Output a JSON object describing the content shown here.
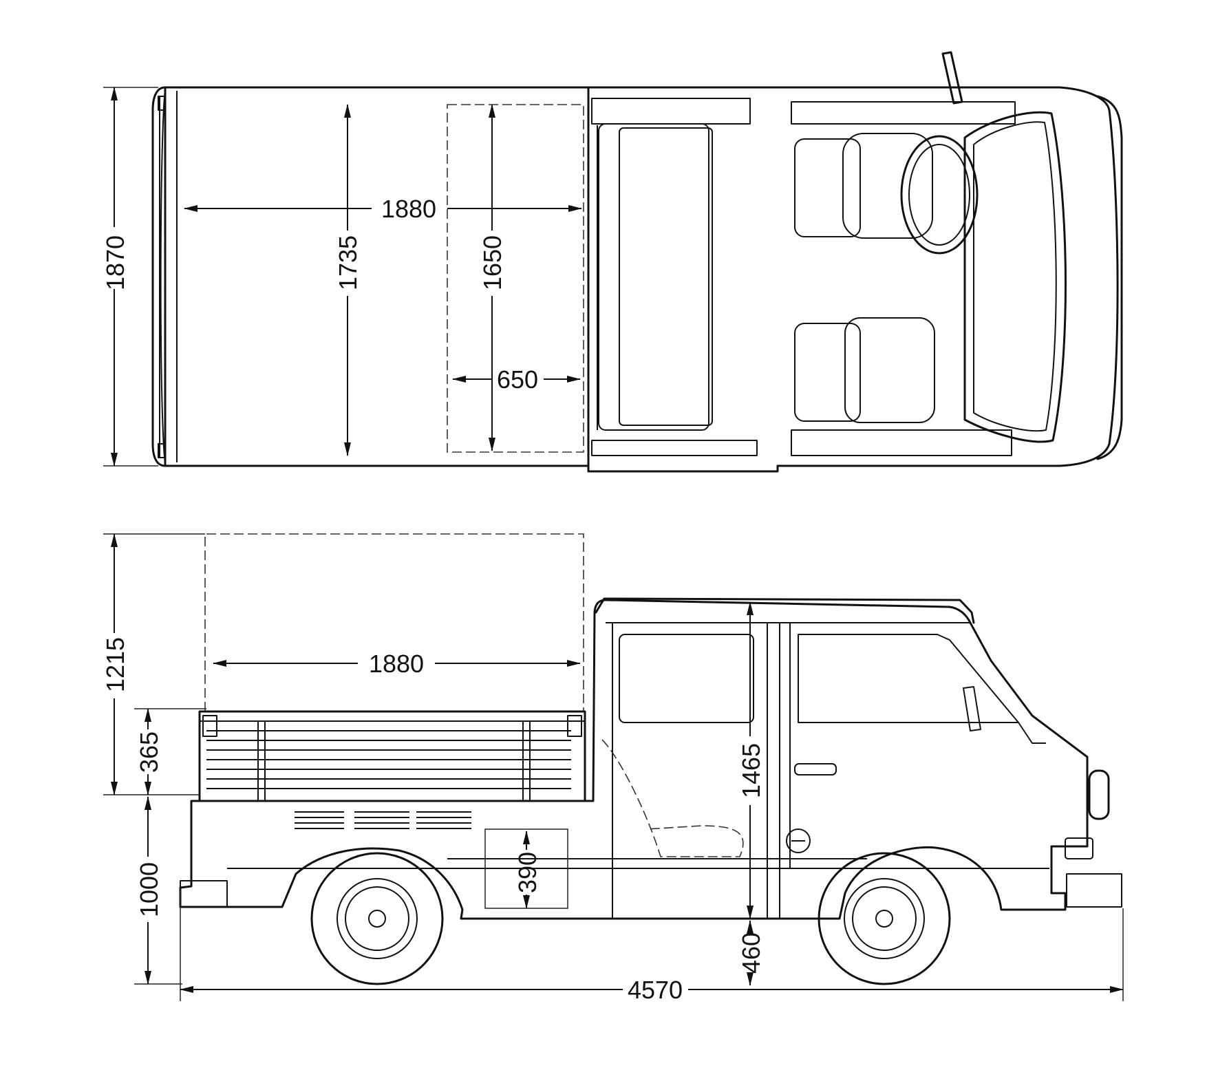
{
  "top_view": {
    "overall_width": "1870",
    "bed_inner_width": "1735",
    "bed_length": "1880",
    "bed_between_arches": "1650",
    "arch_length": "650"
  },
  "side_view": {
    "load_height": "1215",
    "bed_length": "1880",
    "side_wall_height": "365",
    "overall_height": "1465",
    "bed_floor_height": "1000",
    "wheel_arch_height": "390",
    "ground_clearance": "460",
    "overall_length": "4570"
  }
}
